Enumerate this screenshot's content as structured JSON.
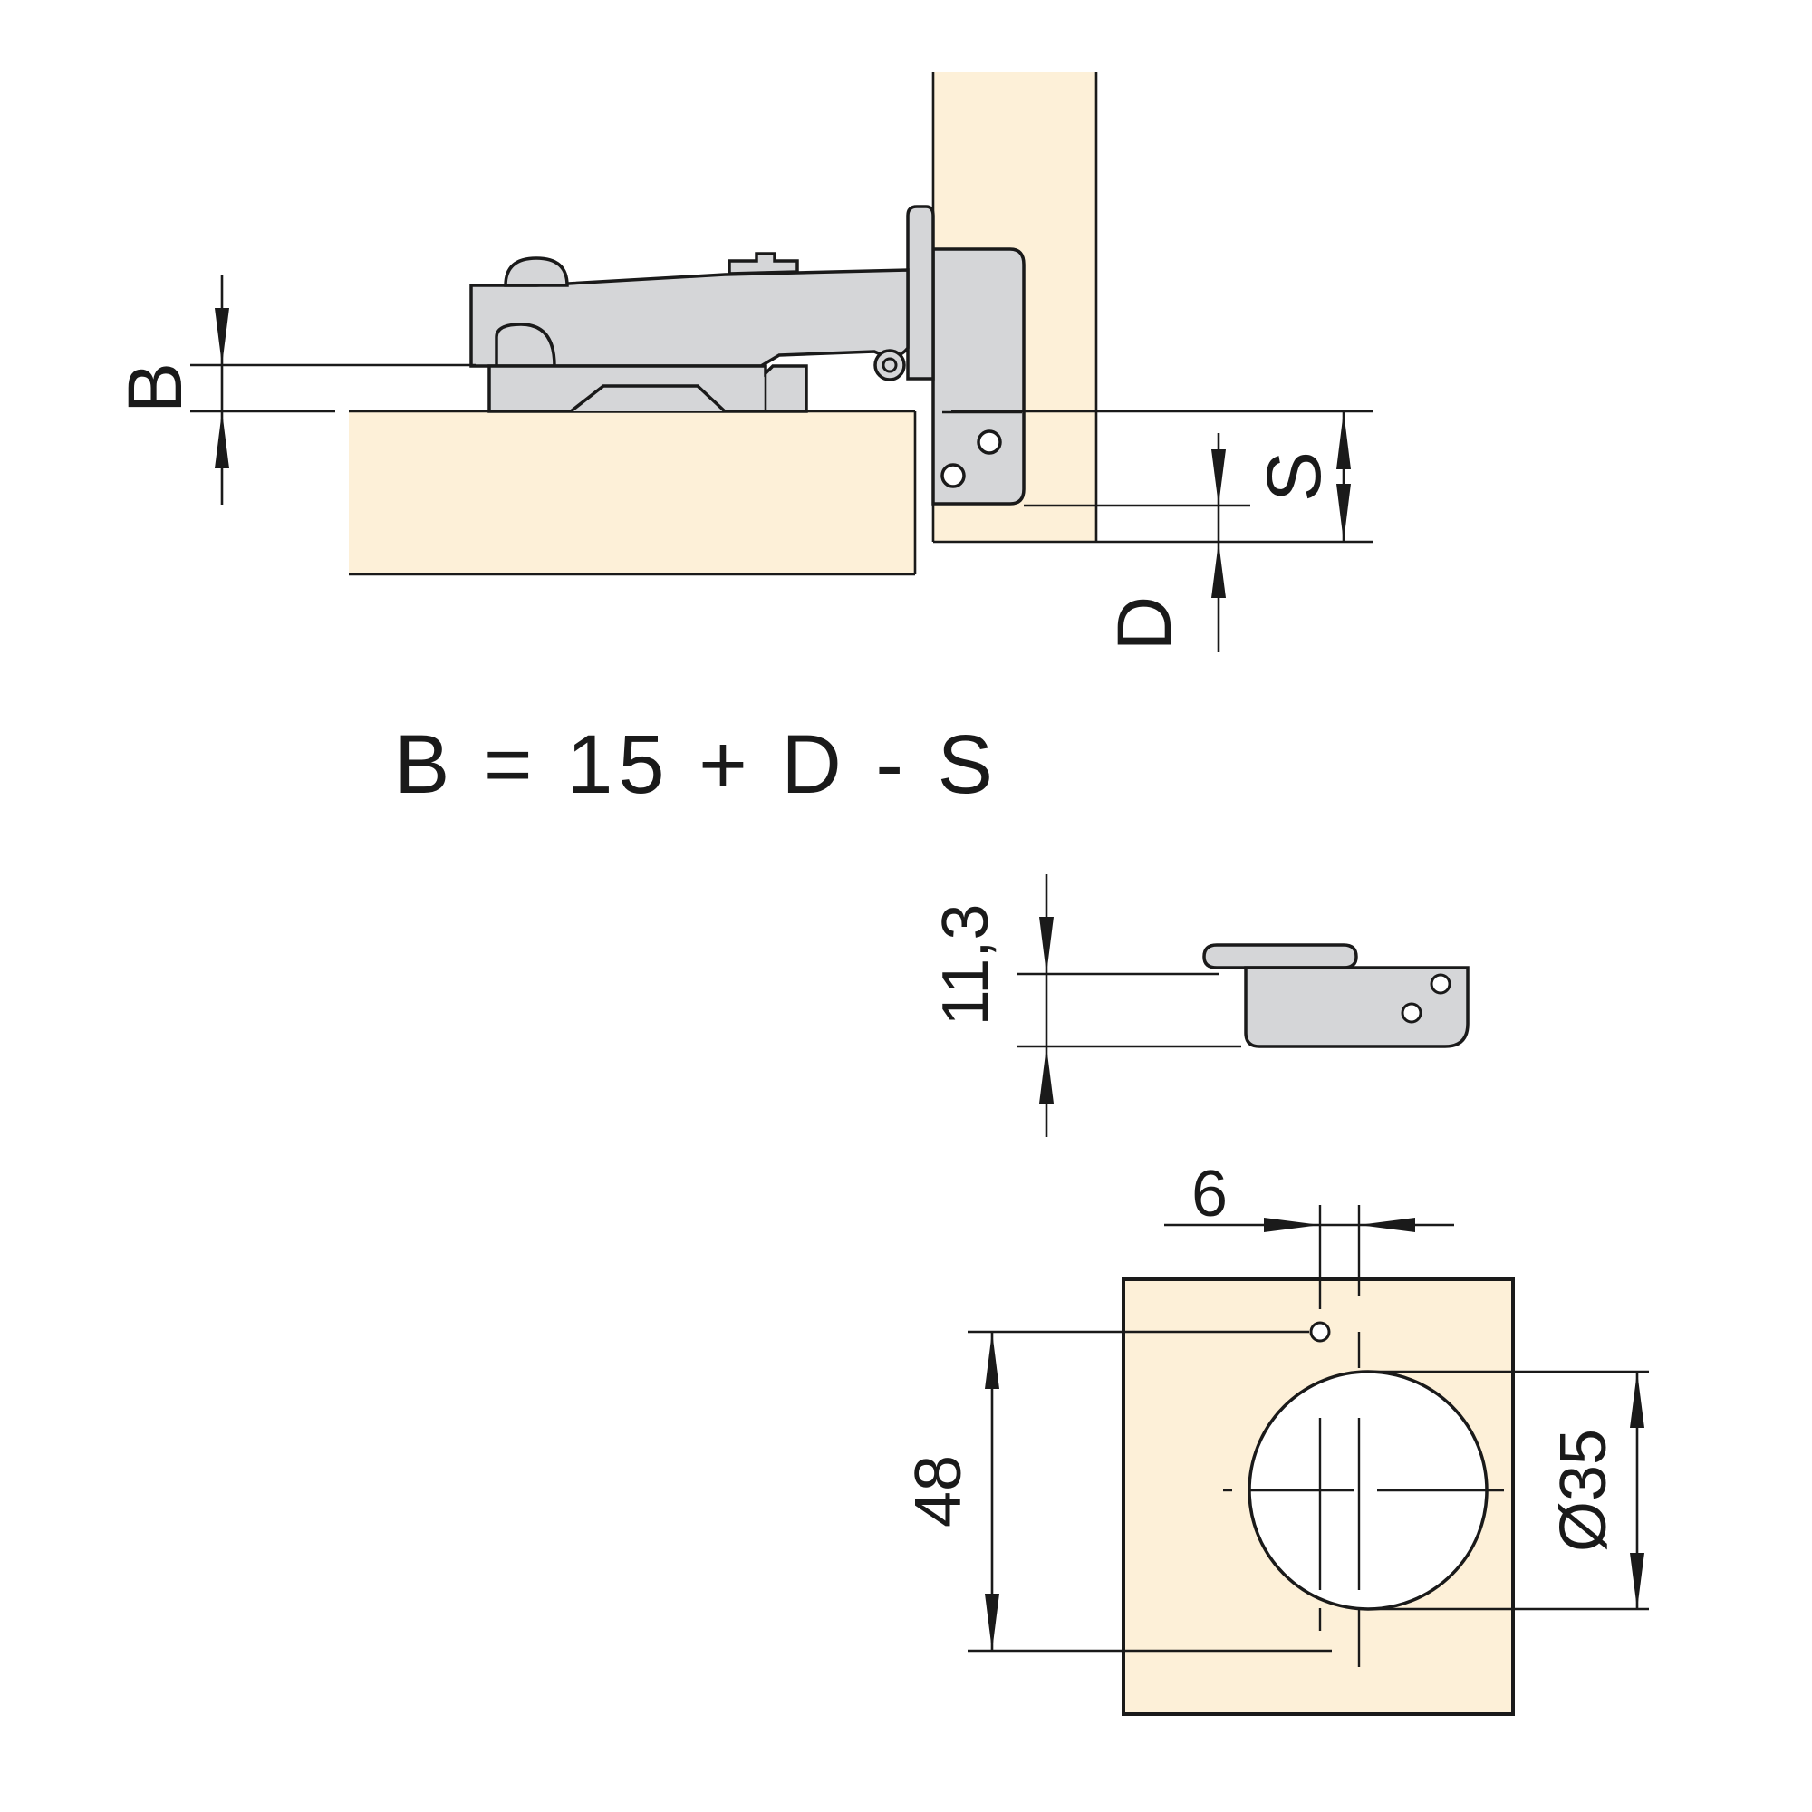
{
  "top_view": {
    "label_b": "B",
    "label_s": "S",
    "label_d": "D"
  },
  "formula": "B = 15 + D - S",
  "plate_view": {
    "height_label": "11,3"
  },
  "drilling_view": {
    "offset_label": "6",
    "spacing_label": "48",
    "diameter_label": "Ø35"
  },
  "colors": {
    "wood": "#fdf0d8",
    "metal": "#d5d6d8",
    "line": "#1a1a1a"
  }
}
